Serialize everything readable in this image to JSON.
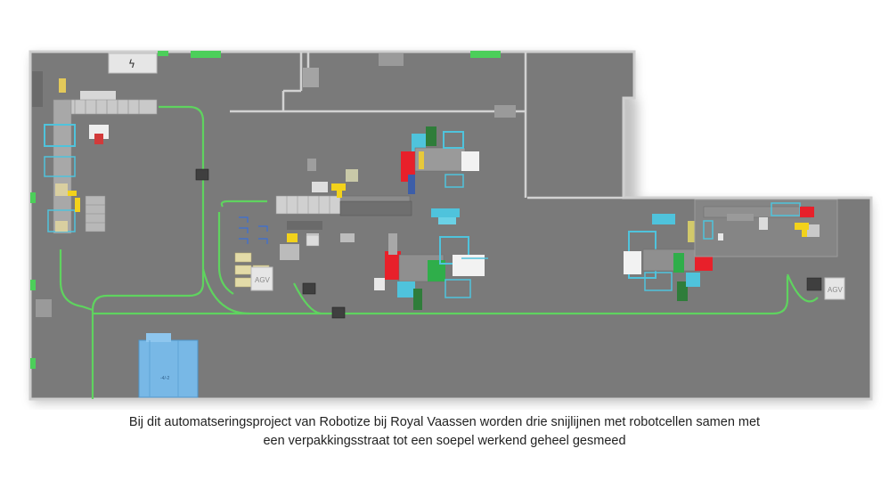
{
  "diagram": {
    "agv_labels": [
      "AGV",
      "AGV"
    ],
    "cold_store_label": "-4/-2",
    "bolt_icon": "ϟ",
    "caption_line1": "Bij dit automatseringsproject van Robotize bij Royal Vaassen worden drie snijlijnen met robotcellen samen met",
    "caption_line2": "een verpakkingsstraat tot een soepel werkend geheel gesmeed"
  },
  "colors": {
    "floor": "#7a7a7a",
    "wall": "#d0d0d0",
    "agv_path": "#5fd35f",
    "door_green": "#4ccf5a",
    "machine_red": "#e8202a",
    "robot_yellow": "#f2d21b",
    "cyan_frame": "#4fc3dc",
    "dark_green": "#2f7d3a",
    "blue_store": "#78b8e6"
  }
}
